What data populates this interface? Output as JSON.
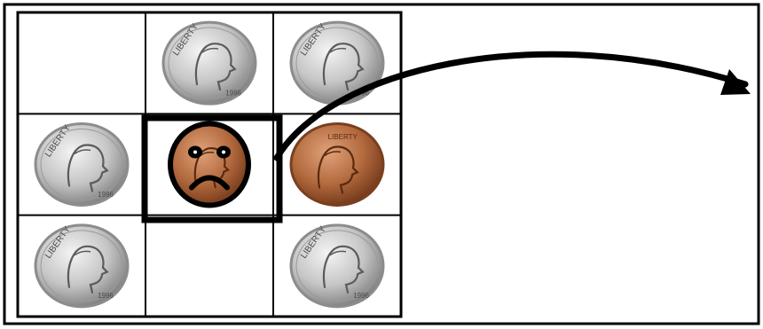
{
  "grid": {
    "rows": 3,
    "cols": 3,
    "cells": [
      {
        "row": 0,
        "col": 0,
        "content": "empty"
      },
      {
        "row": 0,
        "col": 1,
        "content": "dime"
      },
      {
        "row": 0,
        "col": 2,
        "content": "dime"
      },
      {
        "row": 1,
        "col": 0,
        "content": "dime"
      },
      {
        "row": 1,
        "col": 1,
        "content": "penny-sad-face",
        "highlighted": true
      },
      {
        "row": 1,
        "col": 2,
        "content": "penny"
      },
      {
        "row": 2,
        "col": 0,
        "content": "dime"
      },
      {
        "row": 2,
        "col": 1,
        "content": "empty"
      },
      {
        "row": 2,
        "col": 2,
        "content": "dime"
      }
    ]
  },
  "coin_text": {
    "dime_motto": "LIBERTY",
    "penny_motto": "LIBERTY",
    "dime_year": "1996"
  },
  "colors": {
    "dime": "#b9b9b9",
    "dime_rim": "#8c8c8c",
    "penny": "#b36a3e",
    "penny_rim": "#7a3f1e",
    "line": "#000000"
  },
  "arrow": {
    "from": "penny-sad-face",
    "direction": "up-right"
  }
}
